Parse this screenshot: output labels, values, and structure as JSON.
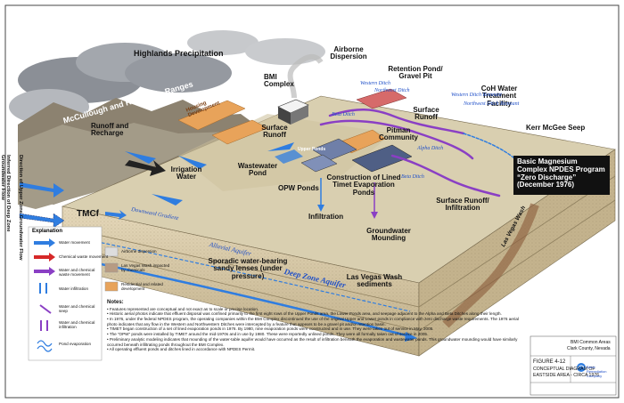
{
  "labels": {
    "highlands": "Highlands Precipitation",
    "mccullough": "McCullough and River Mtn. Ranges",
    "bmi_complex": "BMI Complex",
    "airborne": "Airborne Dispersion",
    "retention": "Retention Pond/ Gravel Pit",
    "coh_water": "CoH Water Treatment Facility",
    "kerr": "Kerr McGee Seep",
    "runoff_recharge": "Runoff and Recharge",
    "housing": "Housing Development",
    "surface_runoff_1": "Surface Runoff",
    "surface_runoff_2": "Surface Runoff",
    "pitman": "Pitman Community",
    "upper_gw": "Direction of Upper Zone Groundwater Flow",
    "deep_gw": "Inferred Direction of Deep Zone Groundwater Flow",
    "irrigation": "Irrigation Water",
    "wastewater": "Wastewater Pond",
    "opw": "OPW Ponds",
    "construction": "Construction of Lined Timet Evaporation Ponds",
    "surface_runoff_infil": "Surface Runoff/ Infiltration",
    "infiltration": "Infiltration",
    "gw_mounding": "Groundwater Mounding",
    "tmcf": "TMCf",
    "downward": "Downward Gradient",
    "alluvial": "Alluvial Aquifer",
    "sporadic": "Sporadic water-bearing sandy lenses (under pressure)",
    "deep_zone": "Deep Zone Aquifer",
    "lv_wash_sed": "Las Vegas Wash sediments",
    "lv_wash": "Las Vegas Wash",
    "western_ditch": "Western Ditch",
    "northwest_ditch": "Northwest Ditch",
    "beta_ditch_1": "Beta Ditch",
    "beta_ditch_2": "Beta Ditch",
    "alpha_ditch": "Alpha Ditch",
    "western_remnant": "Western Ditch Remnant",
    "northwest_remnant": "Northwest Ditch Remnant",
    "upper_ponds": "Upper Ponds",
    "basic_box": "Basic Magnesium Complex NPDES Program “Zero Discharge” (December 1976)"
  },
  "legend": {
    "title": "Explanation",
    "items": [
      "Water movement",
      "Chemical waste movement",
      "Water and chemical waste movement",
      "Water infiltration",
      "Water and chemical seep",
      "Water and chemical infiltration",
      "Pond evaporation"
    ],
    "items2": [
      "Airborne dispersion",
      "Las Vegas Wash impacted by chemicals",
      "Residential and related development"
    ]
  },
  "notes": {
    "title": "Notes:",
    "items": [
      "Features represented are conceptual and not exact as to scale or precise location.",
      "Historic aerial photos indicate that effluent disposal was confined primarily to the first eight rows of the Upper Ponds area, the Lower Ponds area, and seepage adjacent to the Alpha and Beta Ditches along their length.",
      "In 1976, under the federal NPDES program, the operating companies within the BMI Complex discontinued the use of the original Upper and Lower ponds in compliance with zero discharge waste requirements. The 1976 aerial photo indicates that any flow in the Western and Northwestern Ditches were intercepted by a feature that appears to be a gravel pit and/or retention basin.",
      "TIMET began construction of a set of lined evaporation ponds in 1976. By 1980, nine evaporation ponds were constructed and in use. They were taken out of service in May, 2005.",
      "The “OPW” ponds were installed by TIMET around the mid-1970s and in use by 1980. These were reportedly unlined ponds. They were all formally taken out of service in 2005.",
      "Preliminary analytic modeling indicates that mounding of the water-table aquifer would have occurred as the result of infiltration beneath the evaporation and wastewater ponds. This groundwater mounding would have similarly occurred beneath infiltrating ponds throughout the BMI Complex.",
      "All operating effluent ponds and ditches lined in accordance with NPDES Permit."
    ]
  },
  "title_block": {
    "line1": "BMI Common Areas",
    "line2": "Clark County, Nevada",
    "figure": "FIGURE 4-12",
    "title1": "CONCEPTUAL DIAGRAM OF",
    "title2": "EASTSIDE AREA - CIRCA 1976",
    "company": "Basic Remediation Company"
  },
  "colors": {
    "water": "#2f7de0",
    "chemical": "#d62828",
    "mixed": "#8a3fc4",
    "sediment": "#d8c9a8",
    "deep": "#c9b896",
    "housing": "#e8a35a"
  }
}
